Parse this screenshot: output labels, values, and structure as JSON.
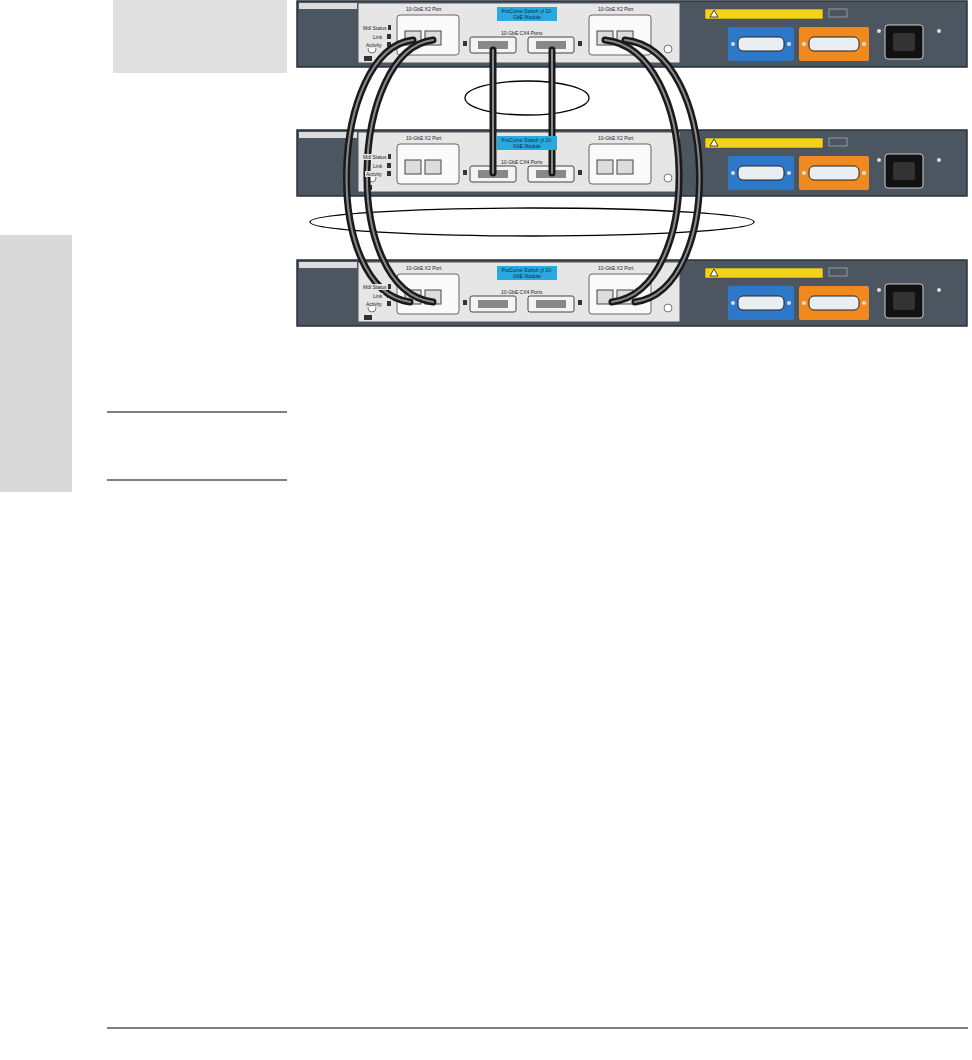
{
  "diagram": {
    "labels": [
      "10-GbE X2 Port",
      "ProCurve Switch yl 10-GbE Module",
      "10-GbE X2 Port",
      "Mdl Status",
      "Link",
      "Activity",
      "10-GbE CX4 Ports",
      "10-GbE X2 Port",
      "ProCurve Switch yl 10-GbE Module",
      "10-GbE X2 Port",
      "Mdl Status",
      "Link",
      "Activity",
      "10-GbE CX4 Ports",
      "10-GbE X2 Port",
      "ProCurve Switch yl 10-GbE Module",
      "10-GbE X2 Port",
      "Mdl Status",
      "Link",
      "Activity",
      "10-GbE CX4 Ports"
    ]
  }
}
